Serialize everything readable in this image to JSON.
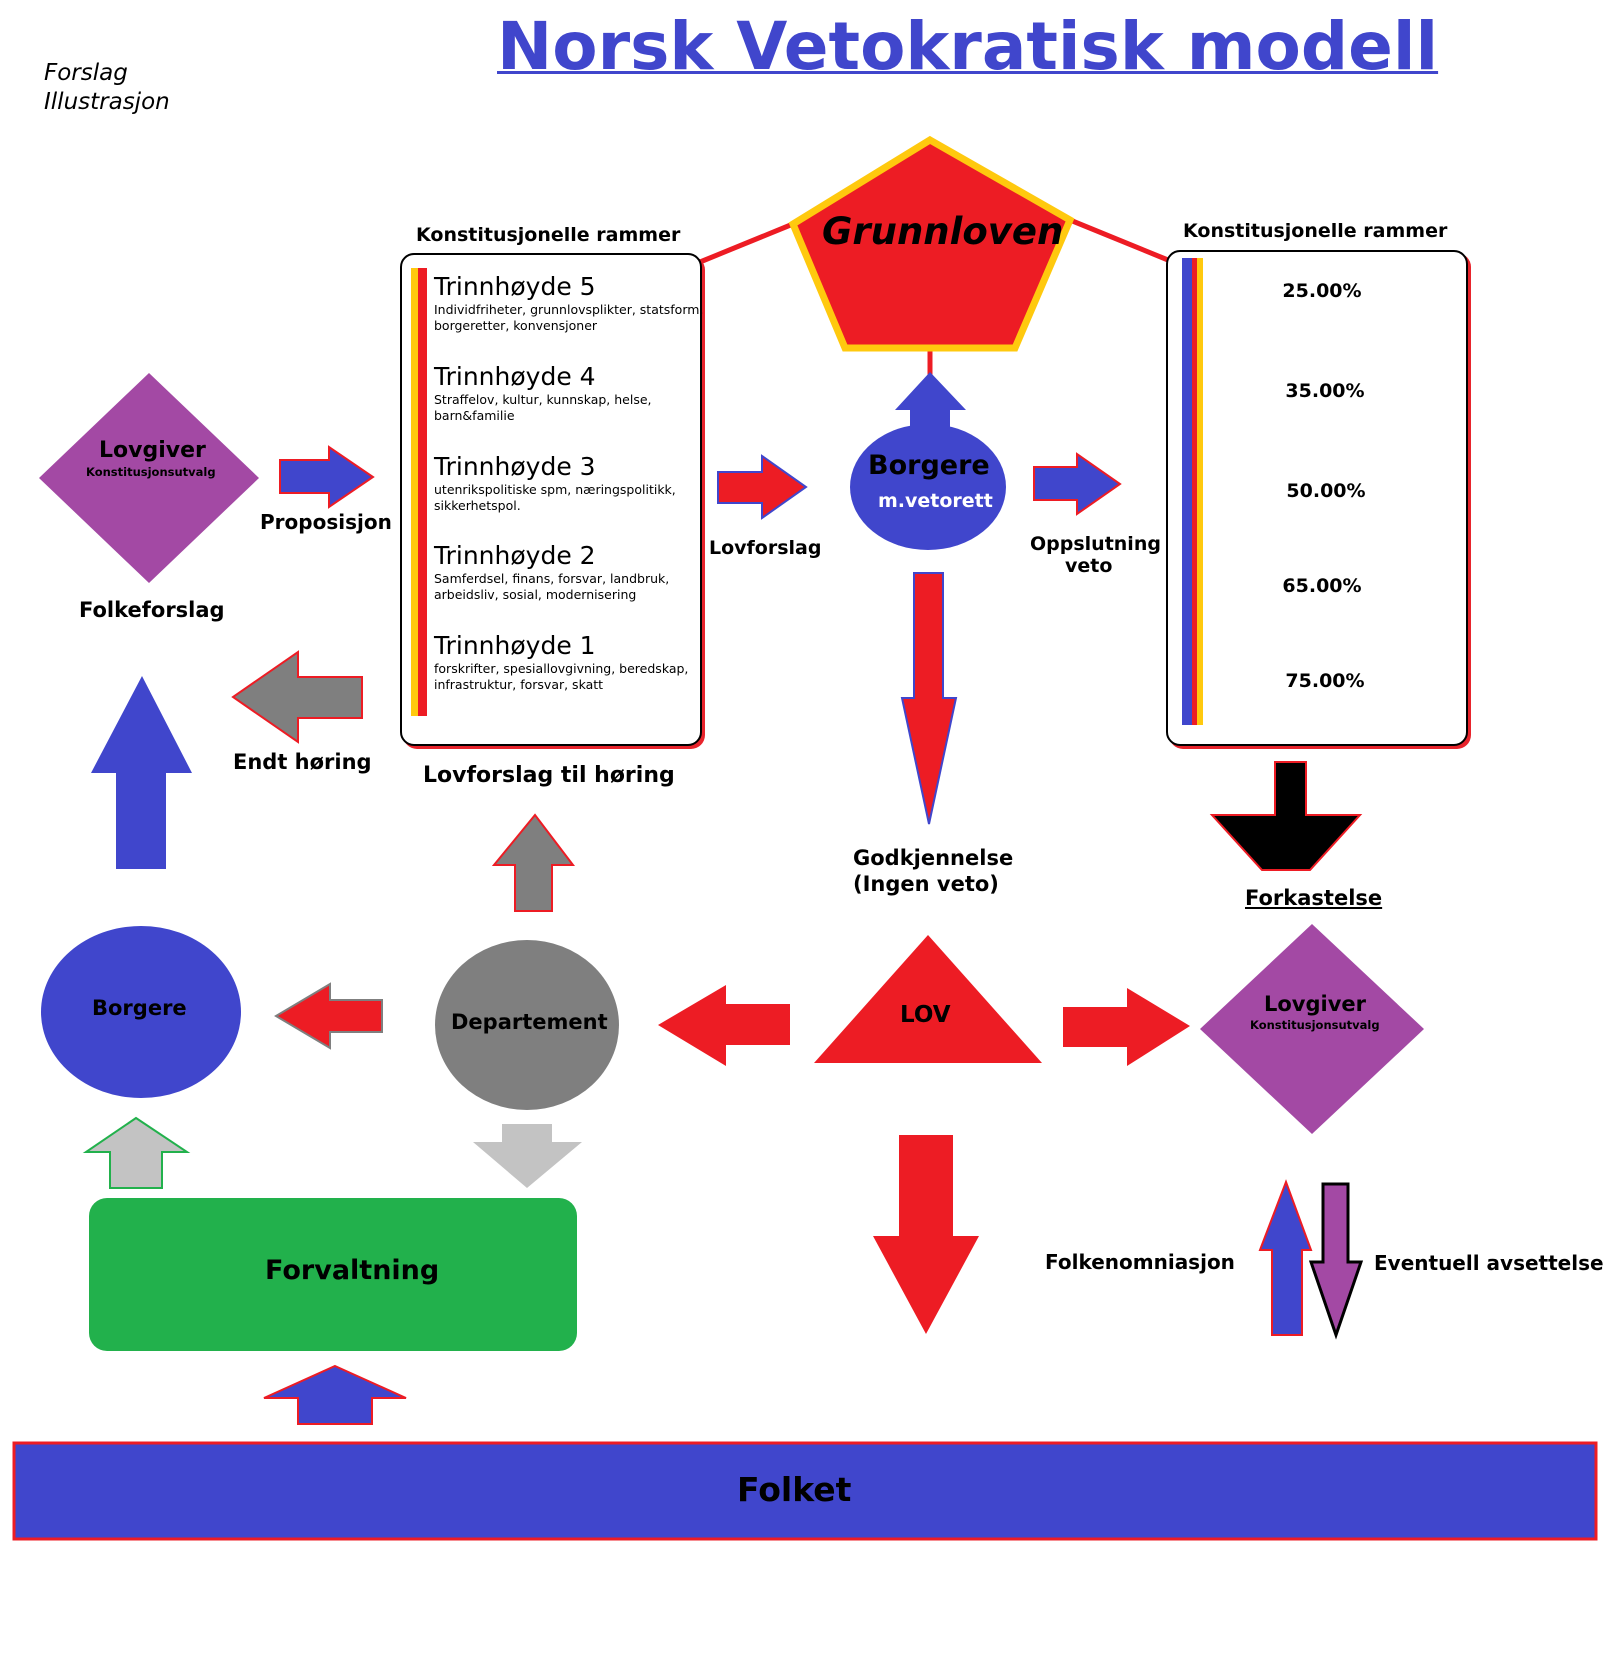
{
  "title": "Norsk Vetokratisk modell",
  "corner_note": [
    "Forslag",
    "Illustrasjon"
  ],
  "grunnloven": "Grunnloven",
  "left_frame": {
    "heading": "Konstitusjonelle rammer",
    "tiers": [
      {
        "name": "Trinnhøyde 5",
        "desc": "Individfriheter, grunnlovsplikter, statsform, borgeretter, konvensjoner"
      },
      {
        "name": "Trinnhøyde 4",
        "desc": "Straffelov, kultur, kunnskap, helse, barn&familie"
      },
      {
        "name": "Trinnhøyde 3",
        "desc": "utenrikspolitiske spm, næringspolitikk, sikkerhetspol."
      },
      {
        "name": "Trinnhøyde 2",
        "desc": "Samferdsel, finans, forsvar, landbruk, arbeidsliv, sosial, modernisering"
      },
      {
        "name": "Trinnhøyde 1",
        "desc": "forskrifter, spesiallovgivning, beredskap, infrastruktur, forsvar, skatt"
      }
    ],
    "caption": "Lovforslag til høring"
  },
  "right_frame": {
    "heading": "Konstitusjonelle rammer",
    "thresholds": [
      "25.00%",
      "35.00%",
      "50.00%",
      "65.00%",
      "75.00%"
    ]
  },
  "nodes": {
    "lovgiver_top": {
      "title": "Lovgiver",
      "sub": "Konstitusjonsutvalg"
    },
    "borgere_veto": {
      "title": "Borgere",
      "sub": "m.vetorett"
    },
    "borgere": "Borgere",
    "departement": "Departement",
    "lov": "LOV",
    "lovgiver_bottom": {
      "title": "Lovgiver",
      "sub": "Konstitusjonsutvalg"
    },
    "forvaltning": "Forvaltning",
    "folket": "Folket"
  },
  "labels": {
    "proposisjon": "Proposisjon",
    "folkeforslag": "Folkeforslag",
    "endt_horing": "Endt høring",
    "lovforslag": "Lovforslag",
    "oppslutning": [
      "Oppslutning",
      "veto"
    ],
    "godkjennelse": [
      "Godkjennelse",
      "(Ingen veto)"
    ],
    "forkastelse": "Forkastelse",
    "folkenomiasjon": "Folkenomniasjon",
    "avsettelse": "Eventuell avsettelse"
  },
  "colors": {
    "blue": "#4046cc",
    "red": "#ed1c24",
    "purple": "#a349a4",
    "gray": "#7f7f7f",
    "lightgray": "#c3c3c3",
    "green": "#22b14c",
    "yellow": "#ffc90e",
    "black": "#000000"
  }
}
